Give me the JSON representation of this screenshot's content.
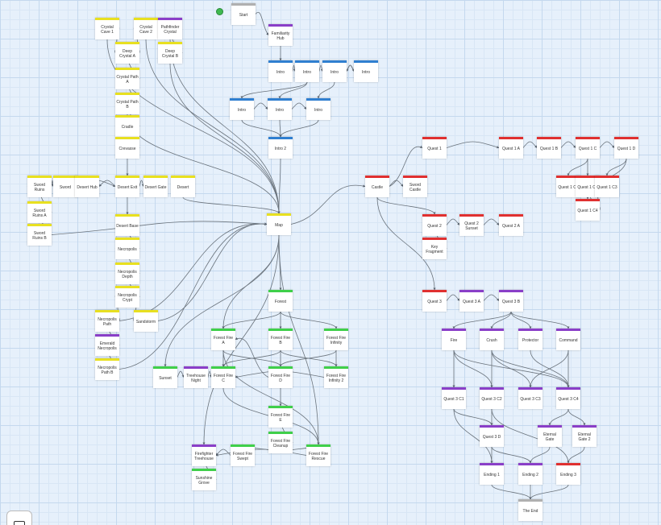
{
  "colors": {
    "yellow": "#e8e020",
    "purple": "#8a3fc8",
    "blue": "#2f7fd0",
    "red": "#e03030",
    "green": "#3fcf4a",
    "gray": "#b0b0b0"
  },
  "start_label": "",
  "nodes": [
    {
      "id": "n_start",
      "label": "Start",
      "color": "gray"
    },
    {
      "id": "n_fam",
      "label": "Familiarity Hub",
      "color": "purple"
    },
    {
      "id": "n_b1",
      "label": "Intro",
      "color": "blue"
    },
    {
      "id": "n_b2",
      "label": "Intro",
      "color": "blue"
    },
    {
      "id": "n_b3",
      "label": "Intro",
      "color": "blue"
    },
    {
      "id": "n_b4",
      "label": "Intro",
      "color": "blue"
    },
    {
      "id": "n_b5",
      "label": "Intro",
      "color": "blue"
    },
    {
      "id": "n_b6",
      "label": "Intro",
      "color": "blue"
    },
    {
      "id": "n_b7",
      "label": "Intro",
      "color": "blue"
    },
    {
      "id": "n_b8",
      "label": "Intro 2",
      "color": "blue"
    },
    {
      "id": "n_y1",
      "label": "Crystal Cave 1",
      "color": "yellow"
    },
    {
      "id": "n_y2",
      "label": "Crystal Cave 2",
      "color": "yellow"
    },
    {
      "id": "n_p1",
      "label": "Pathfinder Crystal",
      "color": "purple"
    },
    {
      "id": "n_y3",
      "label": "Deep Crystal A",
      "color": "yellow"
    },
    {
      "id": "n_y4",
      "label": "Deep Crystal B",
      "color": "yellow"
    },
    {
      "id": "n_y5",
      "label": "Crystal Path A",
      "color": "yellow"
    },
    {
      "id": "n_y6",
      "label": "Crystal Path B",
      "color": "yellow"
    },
    {
      "id": "n_y7",
      "label": "Cradle",
      "color": "yellow"
    },
    {
      "id": "n_y8",
      "label": "Crevasse",
      "color": "yellow"
    },
    {
      "id": "n_y9",
      "label": "Sword Ruins",
      "color": "yellow"
    },
    {
      "id": "n_y10",
      "label": "Sword",
      "color": "yellow"
    },
    {
      "id": "n_y11",
      "label": "Desert Exit",
      "color": "yellow"
    },
    {
      "id": "n_y12",
      "label": "Desert Hub",
      "color": "yellow"
    },
    {
      "id": "n_y13",
      "label": "Desert Gate",
      "color": "yellow"
    },
    {
      "id": "n_y14",
      "label": "Desert",
      "color": "yellow"
    },
    {
      "id": "n_y15",
      "label": "Sword Ruins A",
      "color": "yellow"
    },
    {
      "id": "n_y16",
      "label": "Sword Ruins B",
      "color": "yellow"
    },
    {
      "id": "n_y17",
      "label": "Desert Base",
      "color": "yellow"
    },
    {
      "id": "n_y18",
      "label": "Necropolis",
      "color": "yellow"
    },
    {
      "id": "n_y19",
      "label": "Necropolis Depth",
      "color": "yellow"
    },
    {
      "id": "n_y20",
      "label": "Necropolis Crypt",
      "color": "yellow"
    },
    {
      "id": "n_y21",
      "label": "Necropolis Path",
      "color": "yellow"
    },
    {
      "id": "n_p2",
      "label": "Emerald Necropolis",
      "color": "purple"
    },
    {
      "id": "n_y22",
      "label": "Necropolis Path B",
      "color": "yellow"
    },
    {
      "id": "n_y23",
      "label": "Sandstorm",
      "color": "yellow"
    },
    {
      "id": "n_map",
      "label": "Map",
      "color": "yellow"
    },
    {
      "id": "n_r1",
      "label": "Castle",
      "color": "red"
    },
    {
      "id": "n_r2",
      "label": "Sword Castle",
      "color": "red"
    },
    {
      "id": "n_r3",
      "label": "Quest 1",
      "color": "red"
    },
    {
      "id": "n_r4",
      "label": "Quest 1 A",
      "color": "red"
    },
    {
      "id": "n_r5",
      "label": "Quest 1 B",
      "color": "red"
    },
    {
      "id": "n_r6",
      "label": "Quest 1 C",
      "color": "red"
    },
    {
      "id": "n_r7",
      "label": "Quest 1 D",
      "color": "red"
    },
    {
      "id": "n_r8",
      "label": "Quest 1 C1",
      "color": "red"
    },
    {
      "id": "n_r9",
      "label": "Quest 1 C2",
      "color": "red"
    },
    {
      "id": "n_r10",
      "label": "Quest 1 C3",
      "color": "red"
    },
    {
      "id": "n_r11",
      "label": "Quest 1 C4",
      "color": "red"
    },
    {
      "id": "n_r12",
      "label": "Quest 2",
      "color": "red"
    },
    {
      "id": "n_r13",
      "label": "Quest 2 Sunset",
      "color": "red"
    },
    {
      "id": "n_r14",
      "label": "Quest 2 A",
      "color": "red"
    },
    {
      "id": "n_r15",
      "label": "Key Fragment",
      "color": "red"
    },
    {
      "id": "n_r16",
      "label": "Quest 3",
      "color": "red"
    },
    {
      "id": "n_p3",
      "label": "Quest 3 A",
      "color": "purple"
    },
    {
      "id": "n_p4",
      "label": "Quest 3 B",
      "color": "purple"
    },
    {
      "id": "n_p5",
      "label": "Fire",
      "color": "purple"
    },
    {
      "id": "n_p6",
      "label": "Crush",
      "color": "purple"
    },
    {
      "id": "n_p7",
      "label": "Protector",
      "color": "purple"
    },
    {
      "id": "n_p8",
      "label": "Command",
      "color": "purple"
    },
    {
      "id": "n_p9",
      "label": "Quest 3 C1",
      "color": "purple"
    },
    {
      "id": "n_p10",
      "label": "Quest 3 C2",
      "color": "purple"
    },
    {
      "id": "n_p11",
      "label": "Quest 3 C3",
      "color": "purple"
    },
    {
      "id": "n_p12",
      "label": "Quest 3 C4",
      "color": "purple"
    },
    {
      "id": "n_p13",
      "label": "Quest 3 D",
      "color": "purple"
    },
    {
      "id": "n_p14",
      "label": "Eternal Gate",
      "color": "purple"
    },
    {
      "id": "n_p15",
      "label": "Eternal Gate 2",
      "color": "purple"
    },
    {
      "id": "n_p16",
      "label": "Ending 1",
      "color": "purple"
    },
    {
      "id": "n_p17",
      "label": "Ending 2",
      "color": "purple"
    },
    {
      "id": "n_r17",
      "label": "Ending 3",
      "color": "red"
    },
    {
      "id": "n_end",
      "label": "The End",
      "color": "gray"
    },
    {
      "id": "n_g1",
      "label": "Forest",
      "color": "green"
    },
    {
      "id": "n_g2",
      "label": "Forest Fire A",
      "color": "green"
    },
    {
      "id": "n_g3",
      "label": "Forest Fire B",
      "color": "green"
    },
    {
      "id": "n_g4",
      "label": "Forest Fire Infinity",
      "color": "green"
    },
    {
      "id": "n_g5",
      "label": "Sunset",
      "color": "green"
    },
    {
      "id": "n_p18",
      "label": "Treehouse Night",
      "color": "purple"
    },
    {
      "id": "n_g6",
      "label": "Forest Fire C",
      "color": "green"
    },
    {
      "id": "n_g7",
      "label": "Forest Fire D",
      "color": "green"
    },
    {
      "id": "n_g8",
      "label": "Forest Fire Infinity 2",
      "color": "green"
    },
    {
      "id": "n_g9",
      "label": "Forest Fire E",
      "color": "green"
    },
    {
      "id": "n_g10",
      "label": "Forest Fire Cleanup",
      "color": "green"
    },
    {
      "id": "n_p19",
      "label": "Firefighter Treehouse",
      "color": "purple"
    },
    {
      "id": "n_g11",
      "label": "Forest Fire Swept",
      "color": "green"
    },
    {
      "id": "n_g12",
      "label": "Forest Fire Rescue",
      "color": "green"
    },
    {
      "id": "n_g13",
      "label": "Sunshine Grove",
      "color": "green"
    }
  ],
  "edges": [
    [
      "n_start",
      "n_fam"
    ],
    [
      "n_fam",
      "n_b1"
    ],
    [
      "n_b1",
      "n_b2"
    ],
    [
      "n_b2",
      "n_b3"
    ],
    [
      "n_b3",
      "n_b4"
    ],
    [
      "n_b4",
      "n_b3"
    ],
    [
      "n_b2",
      "n_b5"
    ],
    [
      "n_b2",
      "n_b6"
    ],
    [
      "n_b3",
      "n_b7"
    ],
    [
      "n_b5",
      "n_b6"
    ],
    [
      "n_b6",
      "n_b7"
    ],
    [
      "n_b5",
      "n_b8"
    ],
    [
      "n_b6",
      "n_b8"
    ],
    [
      "n_b7",
      "n_b8"
    ],
    [
      "n_b8",
      "n_map"
    ],
    [
      "n_y1",
      "n_y3"
    ],
    [
      "n_y2",
      "n_y3"
    ],
    [
      "n_p1",
      "n_y4"
    ],
    [
      "n_y3",
      "n_y5"
    ],
    [
      "n_y5",
      "n_y6"
    ],
    [
      "n_y6",
      "n_y7"
    ],
    [
      "n_y7",
      "n_y8"
    ],
    [
      "n_y8",
      "n_y11"
    ],
    [
      "n_y11",
      "n_y12"
    ],
    [
      "n_y11",
      "n_y13"
    ],
    [
      "n_y10",
      "n_y11"
    ],
    [
      "n_y9",
      "n_y10"
    ],
    [
      "n_y9",
      "n_y15"
    ],
    [
      "n_y15",
      "n_y16"
    ],
    [
      "n_y11",
      "n_y17"
    ],
    [
      "n_y17",
      "n_y18"
    ],
    [
      "n_y18",
      "n_y19"
    ],
    [
      "n_y19",
      "n_y20"
    ],
    [
      "n_y20",
      "n_y21"
    ],
    [
      "n_y21",
      "n_p2"
    ],
    [
      "n_p2",
      "n_y22"
    ],
    [
      "n_y20",
      "n_y23"
    ],
    [
      "n_y14",
      "n_map"
    ],
    [
      "n_y1",
      "n_map"
    ],
    [
      "n_y2",
      "n_map"
    ],
    [
      "n_p1",
      "n_map"
    ],
    [
      "n_y4",
      "n_map"
    ],
    [
      "n_y6",
      "n_map"
    ],
    [
      "n_y16",
      "n_map"
    ],
    [
      "n_y23",
      "n_map"
    ],
    [
      "n_y22",
      "n_map"
    ],
    [
      "n_y21",
      "n_map"
    ],
    [
      "n_map",
      "n_r1"
    ],
    [
      "n_r1",
      "n_r2"
    ],
    [
      "n_r1",
      "n_r3"
    ],
    [
      "n_r3",
      "n_r4"
    ],
    [
      "n_r4",
      "n_r5"
    ],
    [
      "n_r5",
      "n_r6"
    ],
    [
      "n_r6",
      "n_r7"
    ],
    [
      "n_r6",
      "n_r8"
    ],
    [
      "n_r6",
      "n_r9"
    ],
    [
      "n_r7",
      "n_r10"
    ],
    [
      "n_r7",
      "n_r11"
    ],
    [
      "n_r8",
      "n_r9"
    ],
    [
      "n_r10",
      "n_r11"
    ],
    [
      "n_r9",
      "n_r10"
    ],
    [
      "n_r9",
      "n_r11"
    ],
    [
      "n_r1",
      "n_r12"
    ],
    [
      "n_r12",
      "n_r13"
    ],
    [
      "n_r13",
      "n_r14"
    ],
    [
      "n_r12",
      "n_r15"
    ],
    [
      "n_r1",
      "n_r16"
    ],
    [
      "n_r16",
      "n_p3"
    ],
    [
      "n_p3",
      "n_p4"
    ],
    [
      "n_p4",
      "n_p5"
    ],
    [
      "n_p4",
      "n_p6"
    ],
    [
      "n_p4",
      "n_p7"
    ],
    [
      "n_p4",
      "n_p8"
    ],
    [
      "n_p5",
      "n_p9"
    ],
    [
      "n_p5",
      "n_p10"
    ],
    [
      "n_p6",
      "n_p10"
    ],
    [
      "n_p6",
      "n_p11"
    ],
    [
      "n_p7",
      "n_p12"
    ],
    [
      "n_p8",
      "n_p11"
    ],
    [
      "n_p8",
      "n_p12"
    ],
    [
      "n_p5",
      "n_p12"
    ],
    [
      "n_p6",
      "n_p12"
    ],
    [
      "n_p9",
      "n_p13"
    ],
    [
      "n_p10",
      "n_p13"
    ],
    [
      "n_p12",
      "n_p14"
    ],
    [
      "n_p12",
      "n_p15"
    ],
    [
      "n_p13",
      "n_p16"
    ],
    [
      "n_p13",
      "n_p17"
    ],
    [
      "n_p14",
      "n_p17"
    ],
    [
      "n_p15",
      "n_r17"
    ],
    [
      "n_p9",
      "n_p16"
    ],
    [
      "n_p16",
      "n_end"
    ],
    [
      "n_p17",
      "n_end"
    ],
    [
      "n_r17",
      "n_end"
    ],
    [
      "n_p10",
      "n_r17"
    ],
    [
      "n_map",
      "n_g1"
    ],
    [
      "n_g1",
      "n_g2"
    ],
    [
      "n_g1",
      "n_g3"
    ],
    [
      "n_g1",
      "n_g4"
    ],
    [
      "n_g2",
      "n_g6"
    ],
    [
      "n_g2",
      "n_g7"
    ],
    [
      "n_g3",
      "n_g7"
    ],
    [
      "n_g3",
      "n_g6"
    ],
    [
      "n_g4",
      "n_g8"
    ],
    [
      "n_g4",
      "n_g7"
    ],
    [
      "n_g3",
      "n_g8"
    ],
    [
      "n_g5",
      "n_p18"
    ],
    [
      "n_p18",
      "n_g6"
    ],
    [
      "n_g7",
      "n_g9"
    ],
    [
      "n_g9",
      "n_g10"
    ],
    [
      "n_g10",
      "n_g11"
    ],
    [
      "n_g10",
      "n_g12"
    ],
    [
      "n_g11",
      "n_p19"
    ],
    [
      "n_g12",
      "n_p19"
    ],
    [
      "n_p19",
      "n_g13"
    ],
    [
      "n_g6",
      "n_g12"
    ],
    [
      "n_g2",
      "n_g12"
    ],
    [
      "n_map",
      "n_g5"
    ],
    [
      "n_map",
      "n_p19"
    ],
    [
      "n_map",
      "n_g12"
    ],
    [
      "n_map",
      "n_g2"
    ],
    [
      "n_g7",
      "n_g2"
    ],
    [
      "n_g8",
      "n_g6"
    ]
  ]
}
